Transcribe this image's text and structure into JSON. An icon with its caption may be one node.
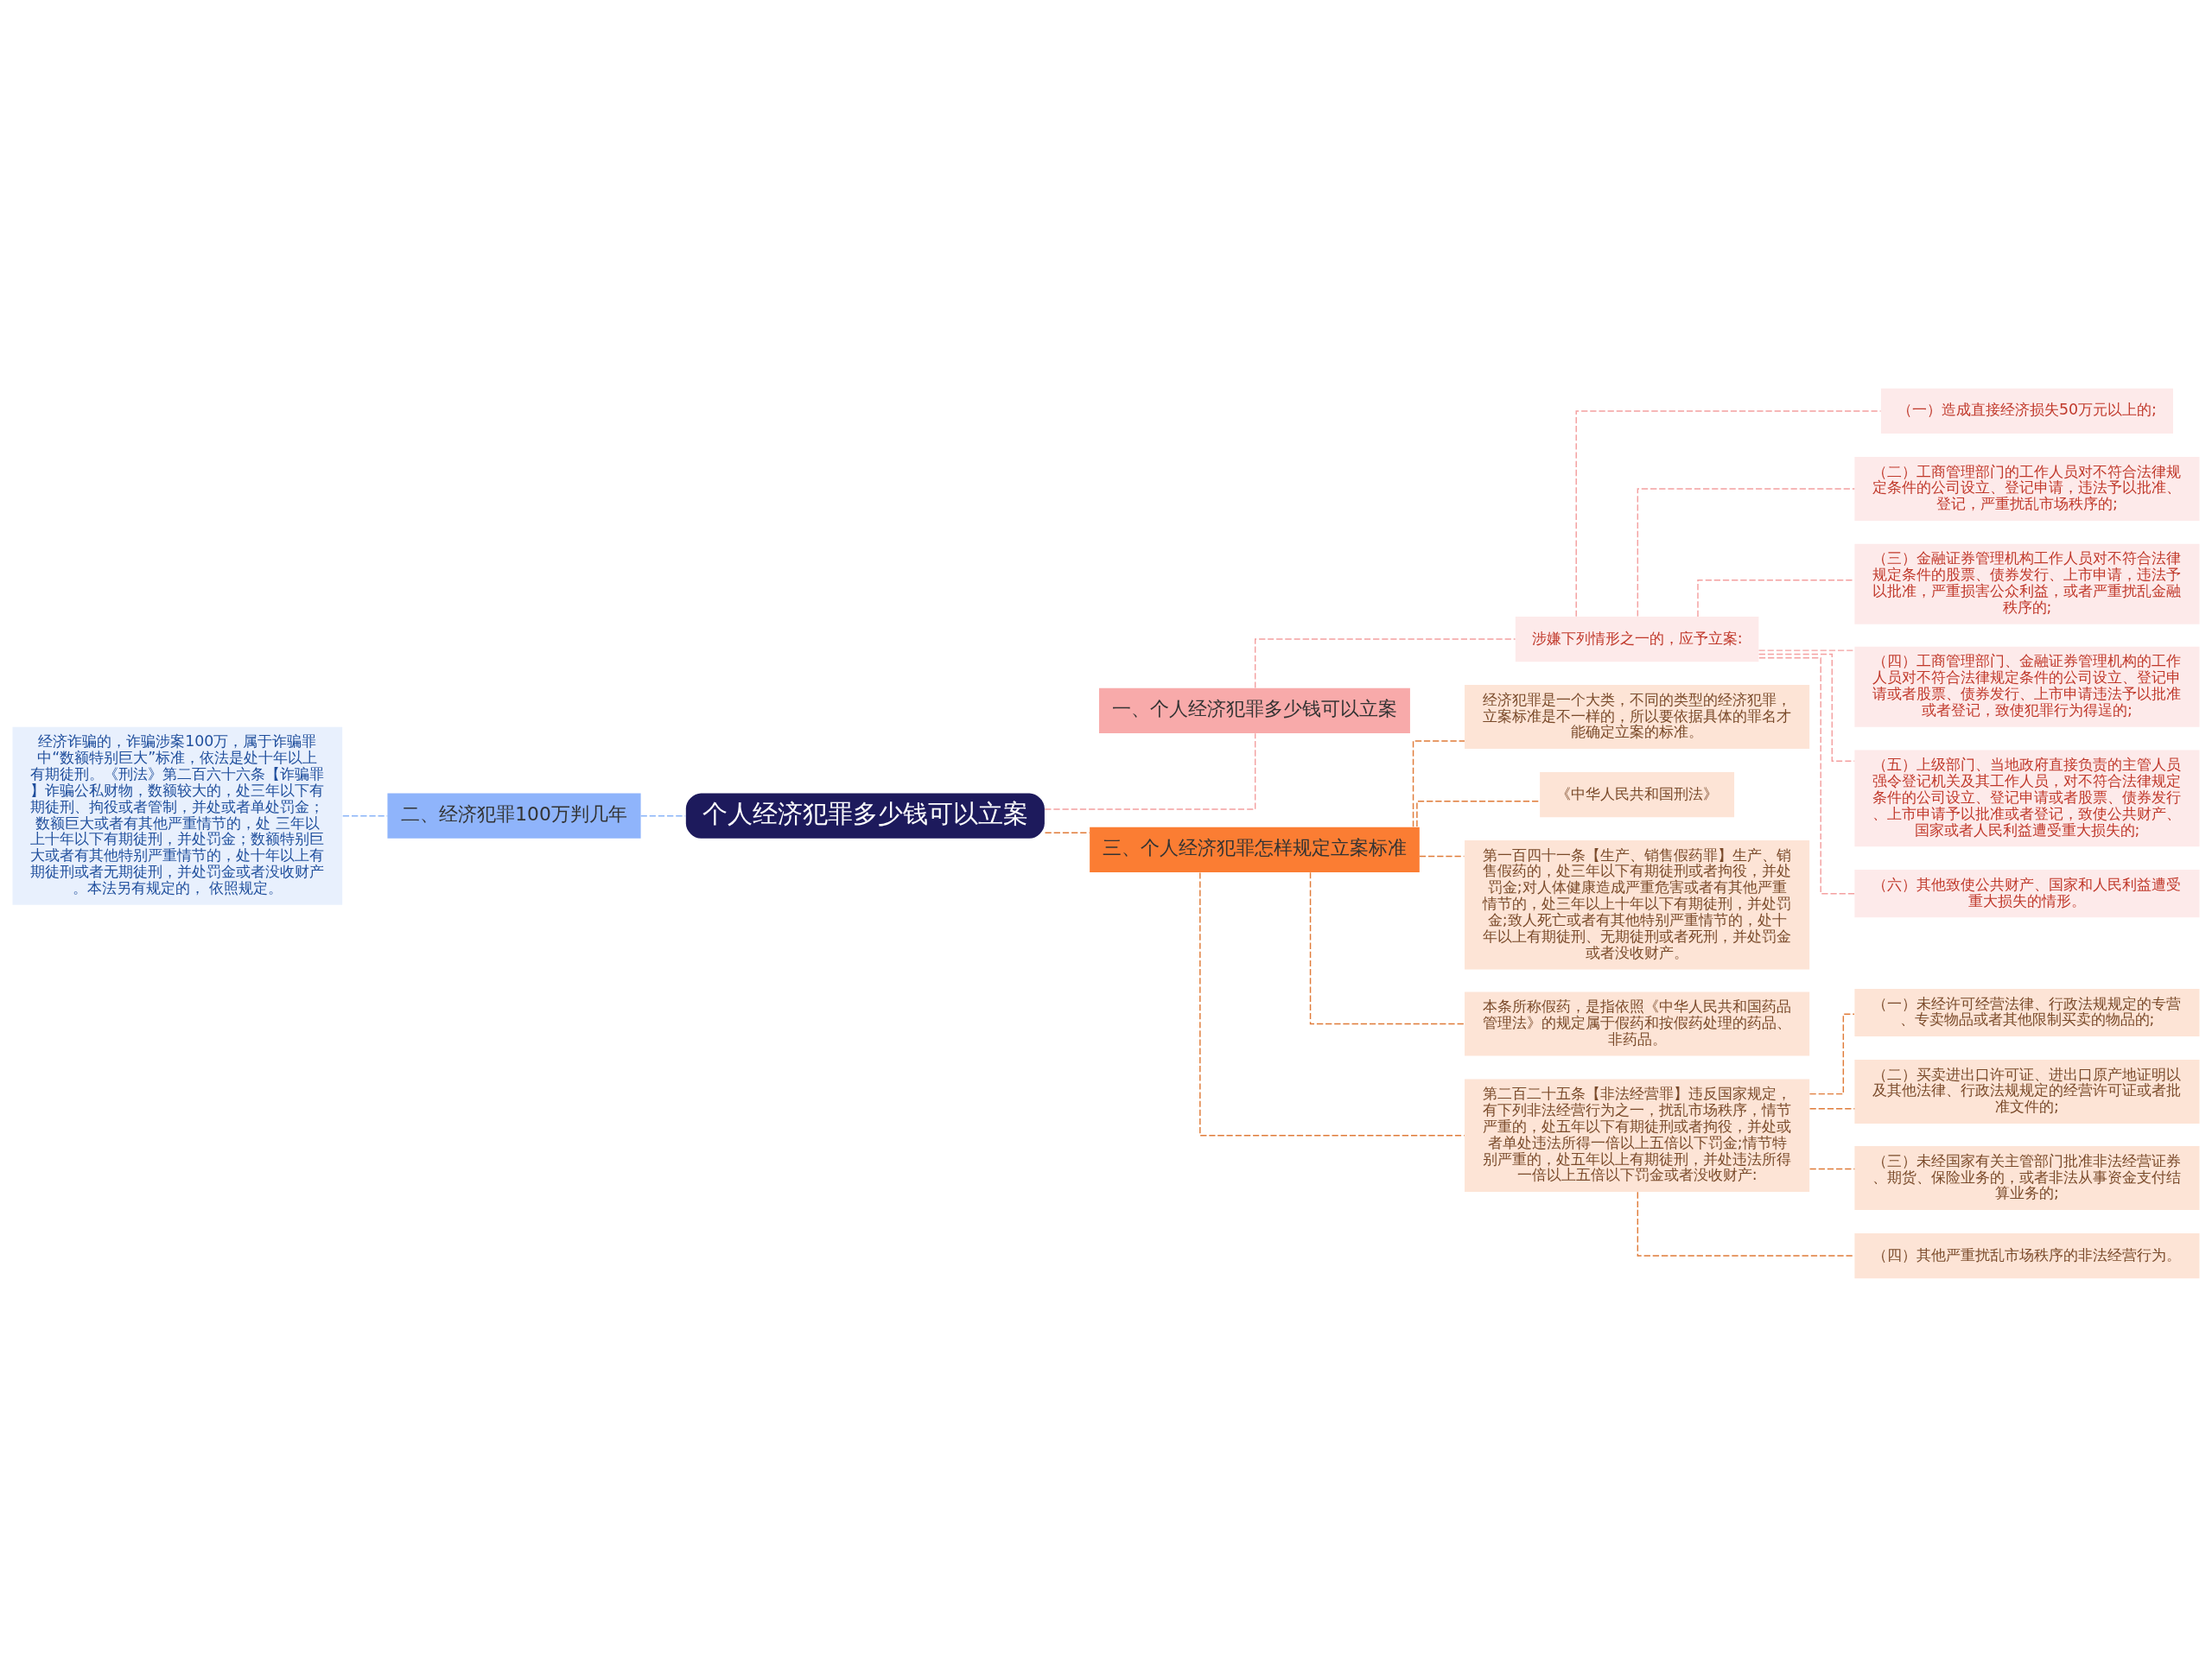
{
  "diagram": {
    "nodes": [
      {
        "text": [
          "个人经济犯罪多少钱可以立案"
        ]
      },
      {
        "text": [
          "一、个人经济犯罪多少钱可以立案"
        ]
      },
      {
        "text": [
          "涉嫌下列情形之一的，应予立案:"
        ]
      },
      {
        "text": [
          "（一）造成直接经济损失50万元以上的;"
        ]
      },
      {
        "text": [
          "（二）工商管理部门的工作人员对不符合法律规定条件的公司设立、登记申请，违法予以批准、登记，严重扰乱市场秩序的;"
        ]
      },
      {
        "text": [
          "（三）金融证券管理机构工作人员对不符合法律规定条件的股票、债券发行、上市申请，违法予以批准，严重损害公众利益，或者严重扰乱金融秩序的;"
        ]
      },
      {
        "text": [
          "（四）工商管理部门、金融证券管理机构的工作人员对不符合法律规定条件的公司设立、登记申请或者股票、债券发行、上市申请违法予以批准或者登记，致使犯罪行为得逞的;"
        ]
      },
      {
        "text": [
          "（五）上级部门、当地政府直接负责的主管人员强令登记机关及其工作人员，对不符合法律规定条件的公司设立、登记申请或者股票、债券发行、上市申请予以批准或者登记，致使公共财产、国家或者人民利益遭受重大损失的;"
        ]
      },
      {
        "text": [
          "（六）其他致使公共财产、国家和人民利益遭受重大损失的情形。"
        ]
      },
      {
        "text": [
          "三、个人经济犯罪怎样规定立案标准"
        ]
      },
      {
        "text": [
          "经济犯罪是一个大类，不同的类型的经济犯罪，立案标准是不一样的，所以要依据具体的罪名才能确定立案的标准。"
        ]
      },
      {
        "text": [
          "《中华人民共和国刑法》"
        ]
      },
      {
        "text": [
          "第一百四十一条【生产、销售假药罪】生产、销售假药的，处三年以下有期徒刑或者拘役，并处罚金;对人体健康造成严重危害或者有其他严重情节的，处三年以上十年以下有期徒刑，并处罚金;致人死亡或者有其他特别严重情节的，处十年以上有期徒刑、无期徒刑或者死刑，并处罚金或者没收财产。"
        ]
      },
      {
        "text": [
          "本条所称假药，是指依照《中华人民共和国药品管理法》的规定属于假药和按假药处理的药品、非药品。"
        ]
      },
      {
        "text": [
          "第二百二十五条【非法经营罪】违反国家规定，有下列非法经营行为之一，扰乱市场秩序，情节严重的，处五年以下有期徒刑或者拘役，并处或者单处违法所得一倍以上五倍以下罚金;情节特别严重的，处五年以上有期徒刑，并处违法所得一倍以上五倍以下罚金或者没收财产:"
        ]
      },
      {
        "text": [
          "（一）未经许可经营法律、行政法规规定的专营、专卖物品或者其他限制买卖的物品的;"
        ]
      },
      {
        "text": [
          "（二）买卖进出口许可证、进出口原产地证明以及其他法律、行政法规规定的经营许可证或者批准文件的;"
        ]
      },
      {
        "text": [
          "（三）未经国家有关主管部门批准非法经营证券、期货、保险业务的，或者非法从事资金支付结算业务的;"
        ]
      },
      {
        "text": [
          "（四）其他严重扰乱市场秩序的非法经营行为。"
        ]
      },
      {
        "text": [
          "二、经济犯罪100万判几年"
        ]
      },
      {
        "text": [
          "经济诈骗的，诈骗涉案100万，属于诈骗罪中“数额特别巨大”标准，依法是处十年以上有期徒刑。《刑法》第二百六十六条【诈骗罪】诈骗公私财物，数额较大的，处三年以下有期徒刑、拘役或者管制，并处或者单处罚金；数额巨大或者有其他严重情节的，处 三年以上十年以下有期徒刑，并处罚金；数额特别巨大或者有其他特别严重情节的，处十年以上有期徒刑或者无期徒刑，并处罚金或者没收财产。本法另有规定的， 依照规定。"
        ]
      }
    ],
    "edges": [
      {
        "from": 0,
        "to": 1,
        "arrow": "none",
        "style": "dashed",
        "color": "#f4a0a0"
      },
      {
        "from": 1,
        "to": 2,
        "arrow": "none",
        "style": "dashed",
        "color": "#f4a0a0"
      },
      {
        "from": 2,
        "to": 3,
        "arrow": "none",
        "style": "dashed",
        "color": "#f4a0a0"
      },
      {
        "from": 2,
        "to": 4,
        "arrow": "none",
        "style": "dashed",
        "color": "#f4a0a0"
      },
      {
        "from": 2,
        "to": 5,
        "arrow": "none",
        "style": "dashed",
        "color": "#f4a0a0"
      },
      {
        "from": 2,
        "to": 6,
        "arrow": "none",
        "style": "dashed",
        "color": "#f4a0a0"
      },
      {
        "from": 2,
        "to": 7,
        "arrow": "none",
        "style": "dashed",
        "color": "#f4a0a0"
      },
      {
        "from": 2,
        "to": 8,
        "arrow": "none",
        "style": "dashed",
        "color": "#f4a0a0"
      },
      {
        "from": 0,
        "to": 9,
        "arrow": "none",
        "style": "dashed"
      },
      {
        "from": 9,
        "to": 10,
        "arrow": "none",
        "style": "dashed"
      },
      {
        "from": 9,
        "to": 11,
        "arrow": "none",
        "style": "dashed"
      },
      {
        "from": 9,
        "to": 12,
        "arrow": "none",
        "style": "dashed"
      },
      {
        "from": 9,
        "to": 13,
        "arrow": "none",
        "style": "dashed"
      },
      {
        "from": 9,
        "to": 14,
        "arrow": "none",
        "style": "dashed"
      },
      {
        "from": 14,
        "to": 15,
        "arrow": "none",
        "style": "dashed"
      },
      {
        "from": 14,
        "to": 16,
        "arrow": "none",
        "style": "dashed"
      },
      {
        "from": 14,
        "to": 17,
        "arrow": "none",
        "style": "dashed"
      },
      {
        "from": 14,
        "to": 18,
        "arrow": "none",
        "style": "dashed"
      },
      {
        "from": 0,
        "to": 19,
        "arrow": "none",
        "style": "dashed",
        "color": "#8ab4f8"
      },
      {
        "from": 19,
        "to": 20,
        "arrow": "none",
        "style": "dashed",
        "color": "#8ab4f8"
      }
    ]
  }
}
